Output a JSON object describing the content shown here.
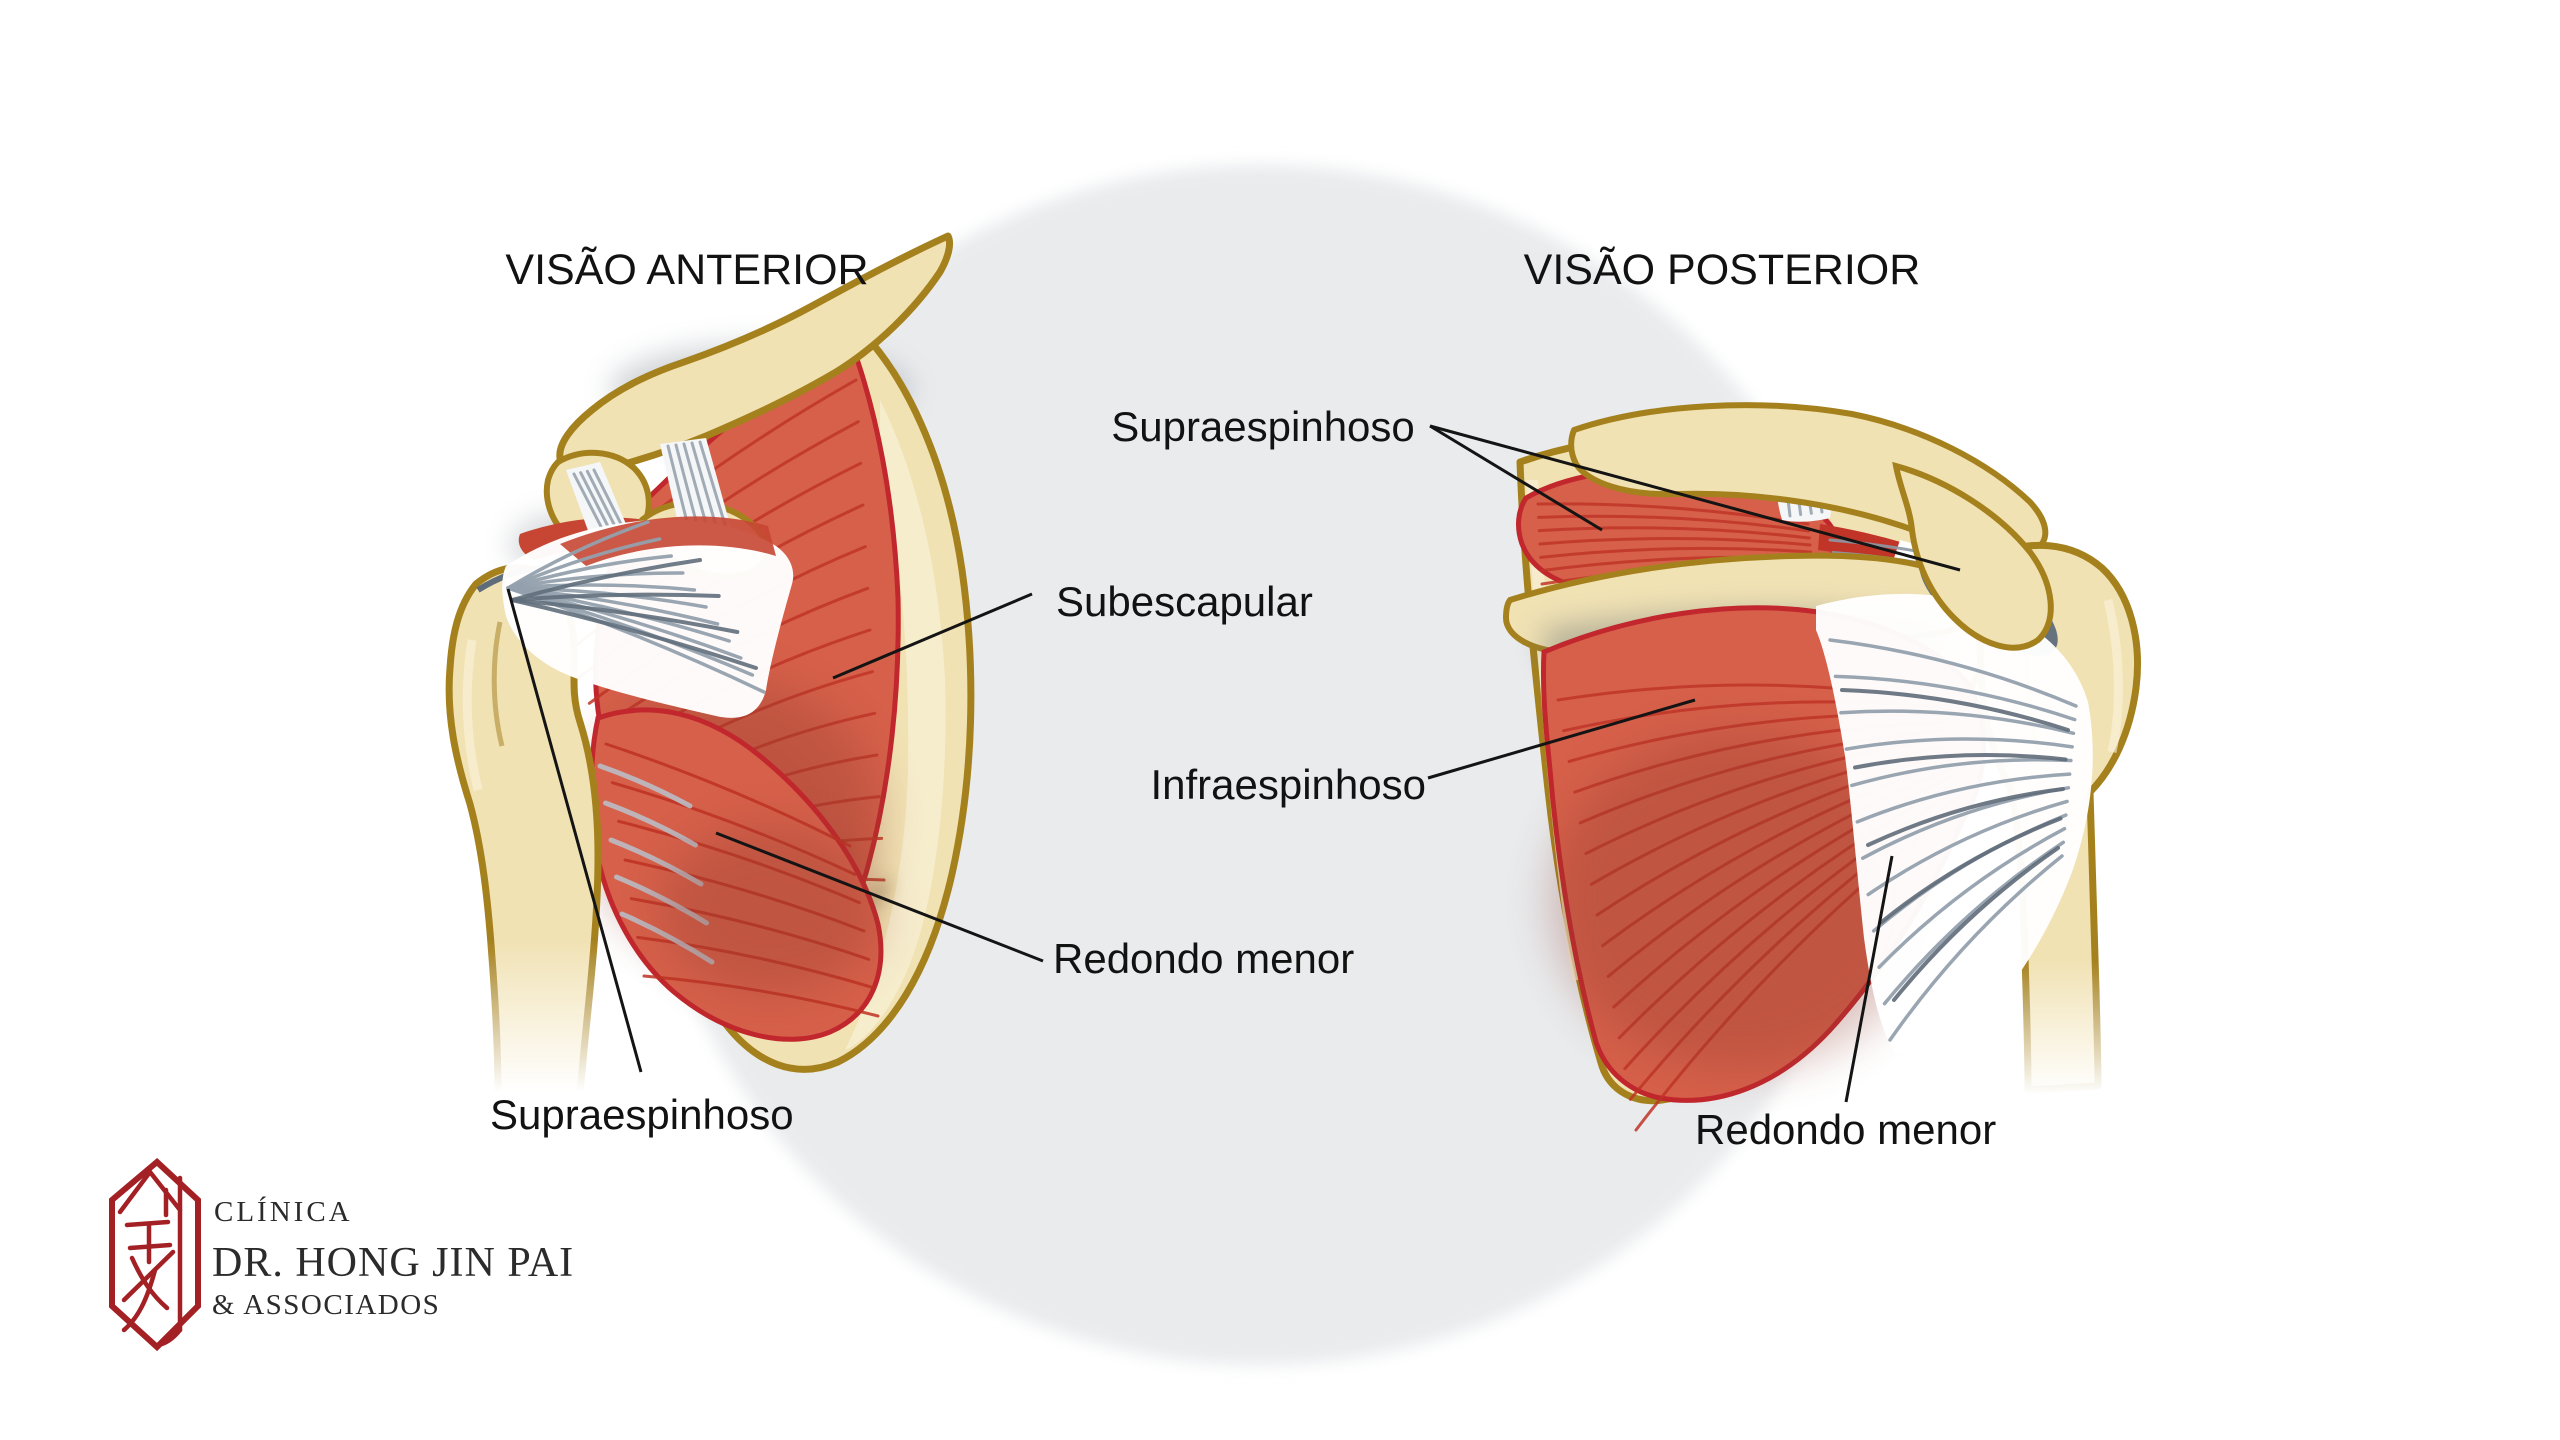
{
  "titles": {
    "anterior": "VISÃO ANTERIOR",
    "posterior": "VISÃO POSTERIOR"
  },
  "labels": {
    "supraespinhoso_center": "Supraespinhoso",
    "subescapular": "Subescapular",
    "infraespinhoso": "Infraespinhoso",
    "redondo_menor_center": "Redondo menor",
    "supraespinhoso_left": "Supraespinhoso",
    "redondo_menor_right": "Redondo menor"
  },
  "views": [
    {
      "name": "anterior",
      "title": "VISÃO ANTERIOR",
      "labeled_structures": [
        "Supraespinhoso",
        "Subescapular",
        "Redondo menor"
      ]
    },
    {
      "name": "posterior",
      "title": "VISÃO POSTERIOR",
      "labeled_structures": [
        "Supraespinhoso",
        "Infraespinhoso",
        "Redondo menor"
      ]
    }
  ],
  "logo": {
    "clinic_word": "CLÍNICA",
    "doctor_name": "DR. HONG JIN PAI",
    "associates": "& ASSOCIADOS",
    "seal_color": "#A32024",
    "text_color": "#2B2B2B"
  },
  "colors": {
    "background_page": "#FFFFFF",
    "background_ellipse": "#E9EBED",
    "muscle": "#D6604A",
    "muscle_outline": "#C1272D",
    "muscle_fiber": "#C03527",
    "bone": "#F1E2B4",
    "bone_outline": "#A5811E",
    "tendon": "#FFFFFF",
    "tendon_stripe": "#93A0AD",
    "callout_line": "#141414",
    "label_text": "#121212"
  }
}
